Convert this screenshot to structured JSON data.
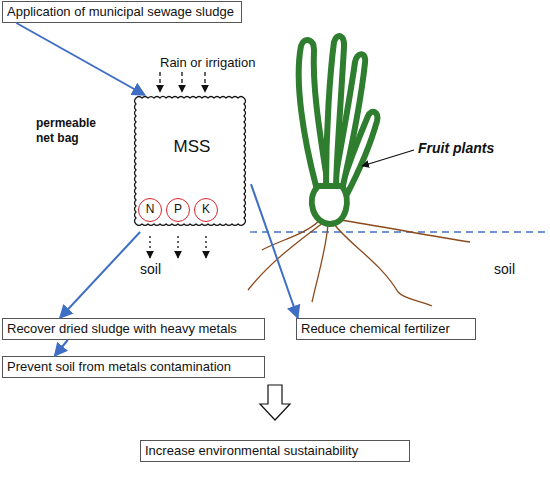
{
  "diagram": {
    "nodes": [
      {
        "text": [
          "Application of municipal sewage sludge"
        ]
      },
      {
        "text": [
          "MSS"
        ]
      },
      {
        "text": [
          "N"
        ],
        "in": 1
      },
      {
        "text": [
          "P"
        ],
        "in": 1
      },
      {
        "text": [
          "K"
        ],
        "in": 1
      },
      {
        "text": [
          "Recover dried sludge with heavy metals"
        ]
      },
      {
        "text": [
          "Reduce chemical fertilizer"
        ]
      },
      {
        "text": [
          "Prevent soil from metals contamination"
        ]
      },
      {
        "text": [
          "Increase environmental sustainability"
        ]
      }
    ],
    "edges": [
      {
        "from": 0,
        "to": 1,
        "arrow": "to"
      },
      {
        "from": 1,
        "to": 5,
        "arrow": "to"
      },
      {
        "from": 1,
        "to": 6,
        "arrow": "to"
      },
      {
        "from": 5,
        "to": 7,
        "arrow": "to"
      }
    ],
    "labels": [
      "Rain or irrigation",
      "permeable net bag",
      "soil",
      "soil",
      "Fruit plants"
    ]
  }
}
